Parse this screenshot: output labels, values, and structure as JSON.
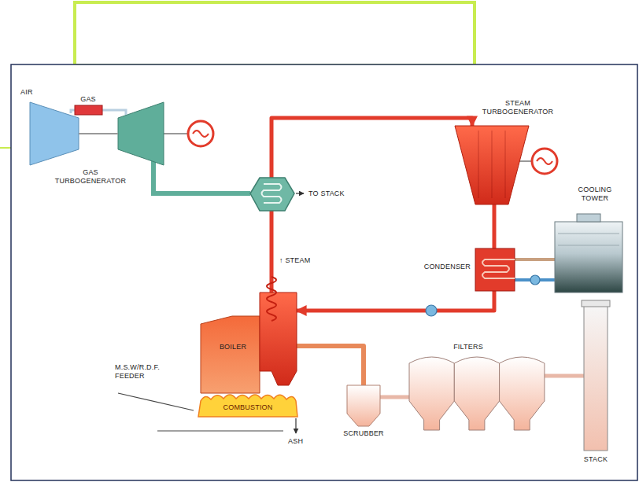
{
  "diagram": {
    "nodes": [
      {
        "text": [
          "GAS TURBOGENERATOR"
        ]
      },
      {
        "text": [
          "STEAM TURBOGENERATOR"
        ]
      },
      {
        "text": [
          "COOLING TOWER"
        ]
      },
      {
        "text": [
          "CONDENSER"
        ]
      },
      {
        "text": [
          "BOILER"
        ]
      },
      {
        "text": [
          "COMBUSTION"
        ]
      },
      {
        "text": [
          "SCRUBBER"
        ]
      },
      {
        "text": [
          "FILTERS"
        ]
      },
      {
        "text": [
          "STACK"
        ]
      }
    ],
    "edges": [
      {
        "from": 4,
        "to": 1,
        "arrow": "to",
        "label": "↑ STEAM"
      },
      {
        "from": 1,
        "to": 3,
        "arrow": "none"
      },
      {
        "from": 3,
        "to": 4,
        "arrow": "to"
      },
      {
        "from": 3,
        "to": 2,
        "arrow": "none"
      },
      {
        "from": 2,
        "to": 3,
        "arrow": "none"
      },
      {
        "from": 4,
        "to": 6,
        "arrow": "none"
      },
      {
        "from": 6,
        "to": 7,
        "arrow": "none"
      },
      {
        "from": 7,
        "to": 8,
        "arrow": "none"
      }
    ],
    "labels": [
      "AIR",
      "GAS",
      "TO STACK",
      "M.S.W/R.D.F. FEEDER",
      "ASH"
    ]
  }
}
